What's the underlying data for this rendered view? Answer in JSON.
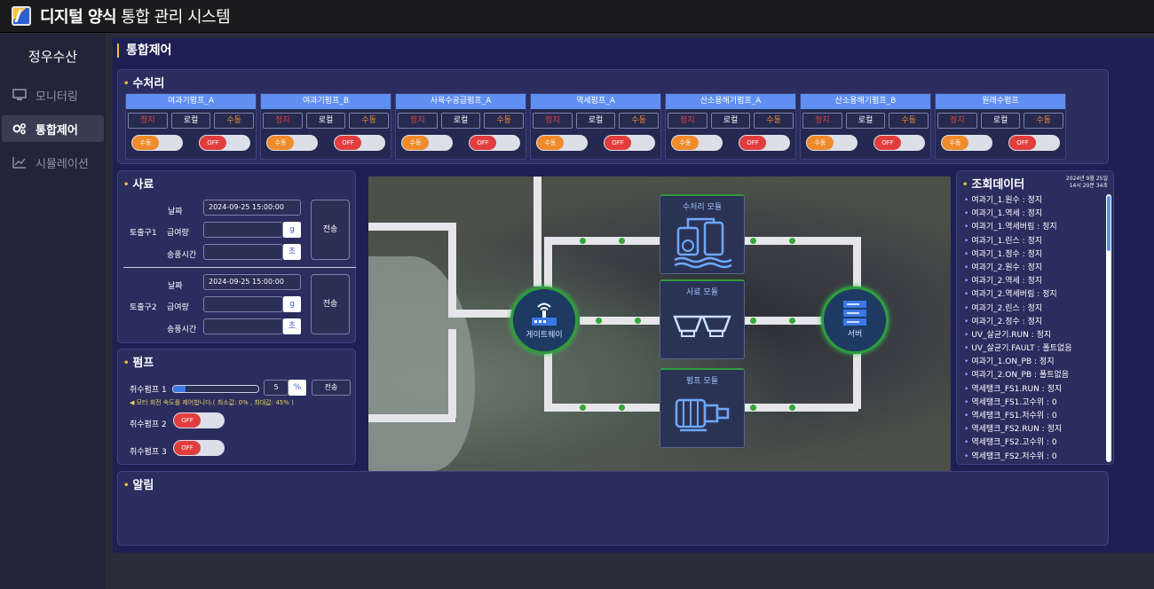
{
  "app": {
    "title_bold": "디지털 양식",
    "title_rest": " 통합 관리 시스템"
  },
  "sidebar": {
    "brand": "정우수산",
    "items": [
      {
        "label": "모니터링",
        "icon": "monitor-icon"
      },
      {
        "label": "통합제어",
        "icon": "gears-icon"
      },
      {
        "label": "시뮬레이션",
        "icon": "chart-line-icon"
      }
    ]
  },
  "page": {
    "title": "통합제어"
  },
  "water": {
    "title": "수처리",
    "pumps": [
      {
        "name": "여과기펌프_A"
      },
      {
        "name": "여과기펌프_B"
      },
      {
        "name": "사육수공급펌프_A"
      },
      {
        "name": "역세펌프_A"
      },
      {
        "name": "산소용해기펌프_A"
      },
      {
        "name": "산소용해기펌프_B"
      },
      {
        "name": "원래수펌프"
      }
    ],
    "btn_stop": "정지",
    "btn_local": "로컬",
    "btn_manual": "수동",
    "toggle_left": "수동",
    "toggle_right": "OFF"
  },
  "feed": {
    "title": "사료",
    "date_label": "날짜",
    "amount_label": "급여량",
    "time_label": "송풍시간",
    "send_label": "전송",
    "unit_g": "g",
    "unit_s": "초",
    "outlets": [
      {
        "name": "토출구1",
        "date": "2024-09-25 15:00:00"
      },
      {
        "name": "토출구2",
        "date": "2024-09-25 15:00:00"
      }
    ]
  },
  "pump_section": {
    "title": "펌프",
    "intake1": "취수펌프 1",
    "intake1_value": "5",
    "intake1_unit": "%",
    "intake1_send": "전송",
    "intake1_note": "모터 회전 속도를 제어합니다.( 최소값: 0% , 최대값: 45% )",
    "intake1_level": 0.05,
    "intake2": "취수펌프 2",
    "intake3": "취수펌프 3",
    "off": "OFF"
  },
  "map": {
    "gateway": "게이트웨이",
    "server": "서버",
    "module_water": "수처리 모듈",
    "module_feed": "사료 모듈",
    "module_pump": "펌프 모듈"
  },
  "query": {
    "title": "조회데이터",
    "date_line1": "2024년 9월 25일",
    "date_line2": "14시 20분 34초",
    "items": [
      "여과기_1.원수 : 정지",
      "여과기_1.역세 : 정지",
      "여과기_1.역세버림 : 정지",
      "여과기_1.린스 : 정지",
      "여과기_1.정수 : 정지",
      "여과기_2.원수 : 정지",
      "여과기_2.역세 : 정지",
      "여과기_2.역세버림 : 정지",
      "여과기_2.린스 : 정지",
      "여과기_2.정수 : 정지",
      "UV_살균기.RUN : 정지",
      "UV_살균기.FAULT : 폴트없음",
      "여과기_1.ON_PB : 정지",
      "여과기_2.ON_PB : 폴트없음",
      "역세탱크_FS1.RUN : 정지",
      "역세탱크_FS1.고수위 : 0",
      "역세탱크_FS1.저수위 : 0",
      "역세탱크_FS2.RUN : 정지",
      "역세탱크_FS2.고수위 : 0",
      "역세탱크_FS2.저수위 : 0"
    ]
  },
  "alarm": {
    "title": "알림"
  }
}
